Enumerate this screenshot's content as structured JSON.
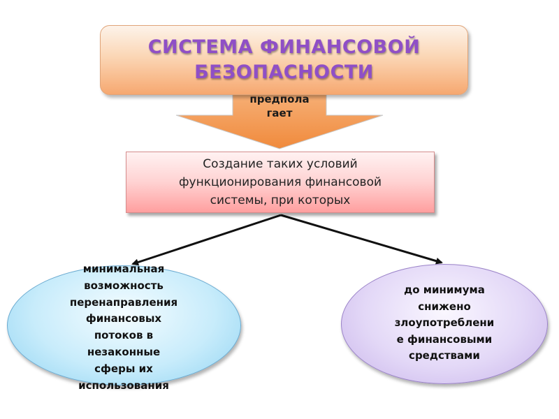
{
  "title": {
    "lines": [
      "СИСТЕМА ФИНАНСОВОЙ",
      "БЕЗОПАСНОСТИ"
    ]
  },
  "arrow": {
    "lines": [
      "предпола",
      "гает"
    ]
  },
  "condition": {
    "lines": [
      "Создание таких условий",
      "функционирования финансовой",
      "системы, при которых"
    ]
  },
  "outcomes": {
    "left": {
      "lines": [
        "минимальная",
        "возможность",
        "перенаправления",
        "финансовых",
        "потоков в",
        "незаконные",
        "сферы их",
        "использования"
      ]
    },
    "right": {
      "lines": [
        "до минимума",
        "снижено",
        "злоупотреблени",
        "е финансовыми",
        "средствами"
      ]
    }
  },
  "colors": {
    "title_text": "#8f4fc6",
    "arrow_fill": "#f6a25c",
    "condition_fill": "#ffd2d2",
    "left_ellipse_fill": "#c8ecfb",
    "right_ellipse_fill": "#e3d8f7"
  }
}
